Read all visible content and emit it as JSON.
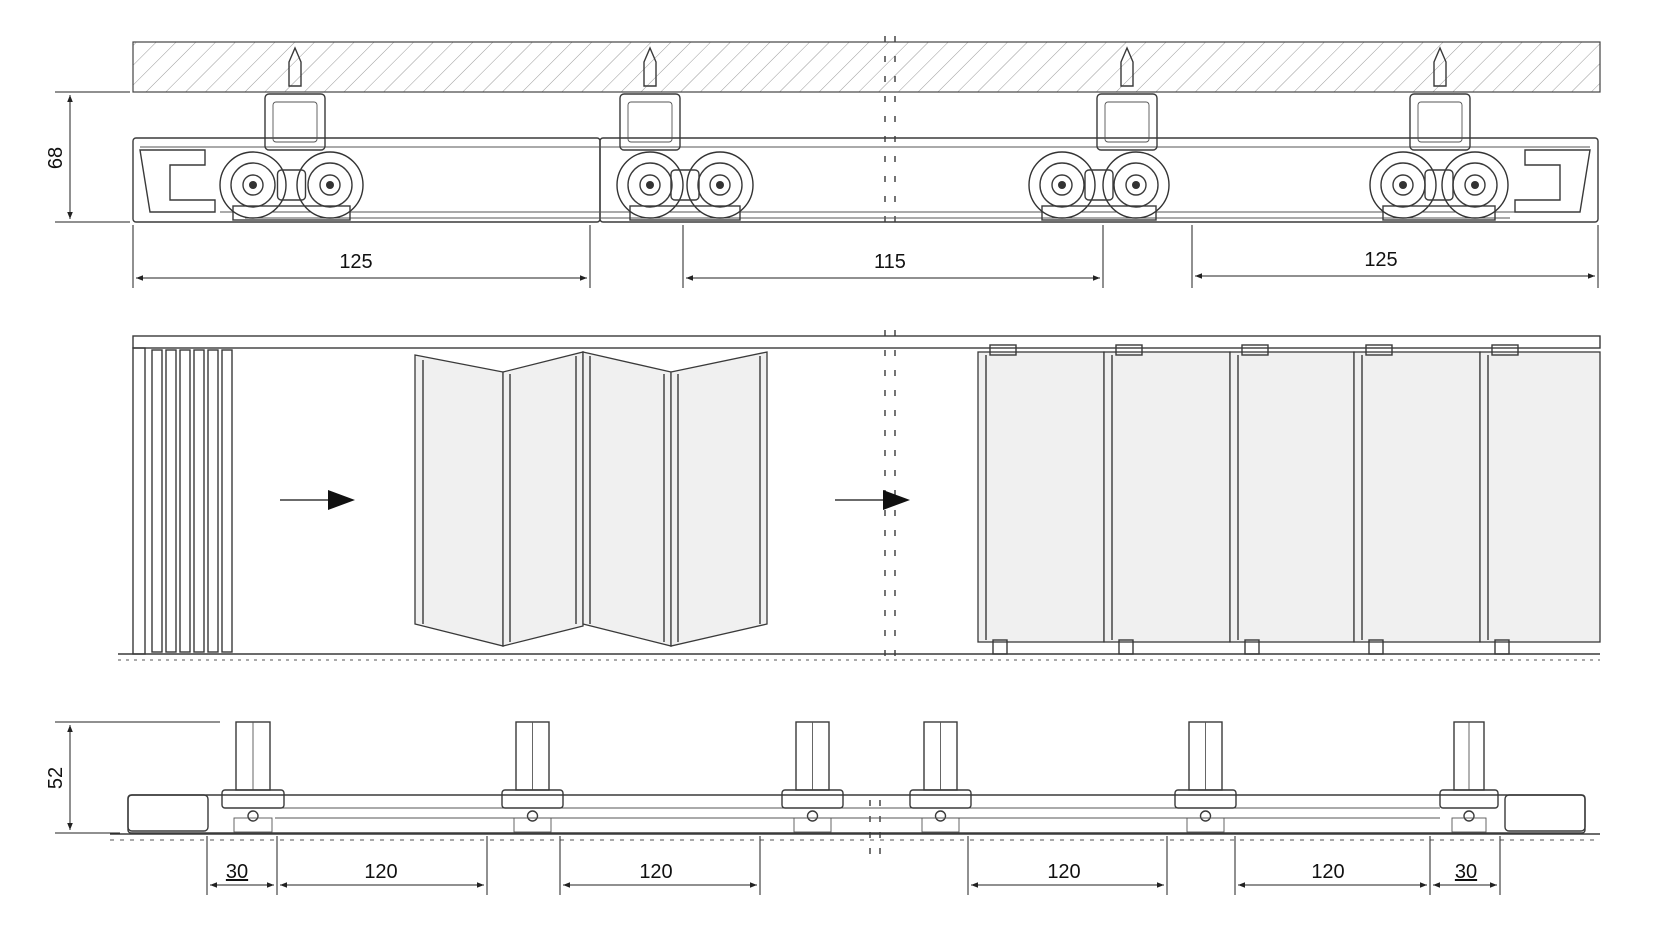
{
  "colors": {
    "line": "#3a3a3a",
    "panel_fill": "#f0f0f0",
    "background": "#ffffff"
  },
  "top_section": {
    "height_label": "68",
    "spans": [
      "125",
      "115",
      "125"
    ]
  },
  "bottom_section": {
    "height_label": "52",
    "spans": [
      "30",
      "120",
      "120",
      "120",
      "120",
      "30"
    ]
  },
  "icons": [
    "arrow-right-icon",
    "arrow-right-icon"
  ]
}
